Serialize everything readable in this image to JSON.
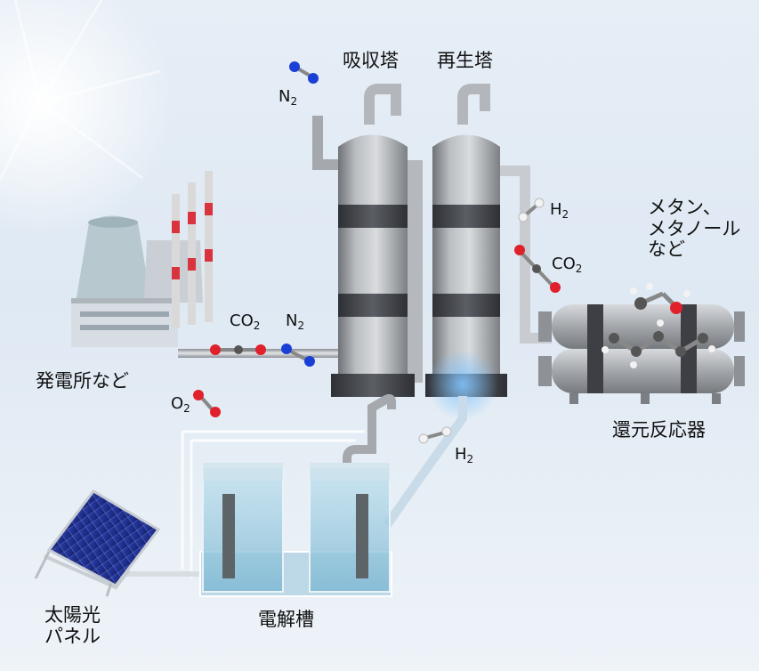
{
  "labels": {
    "absorber": "吸収塔",
    "regenerator": "再生塔",
    "power_plant": "発電所など",
    "reactor": "還元反応器",
    "electrolyzer": "電解槽",
    "solar_line1": "太陽光",
    "solar_line2": "パネル",
    "products_line1": "メタン、",
    "products_line2": "メタノール",
    "products_line3": "など"
  },
  "chemicals": {
    "n2_top": {
      "base": "N",
      "sub": "2"
    },
    "co2_left": {
      "base": "CO",
      "sub": "2"
    },
    "n2_left": {
      "base": "N",
      "sub": "2"
    },
    "o2": {
      "base": "O",
      "sub": "2"
    },
    "h2_top": {
      "base": "H",
      "sub": "2"
    },
    "co2_right": {
      "base": "CO",
      "sub": "2"
    },
    "h2_bottom": {
      "base": "H",
      "sub": "2"
    }
  },
  "colors": {
    "nitrogen": "#1a3fd6",
    "oxygen": "#e0202a",
    "carbon": "#555555",
    "hydrogen": "#f2f2f2",
    "tank_gray": "#9a9a9a",
    "band_dark": "#4a4c52",
    "glow_blue": "#4aa3ff"
  }
}
